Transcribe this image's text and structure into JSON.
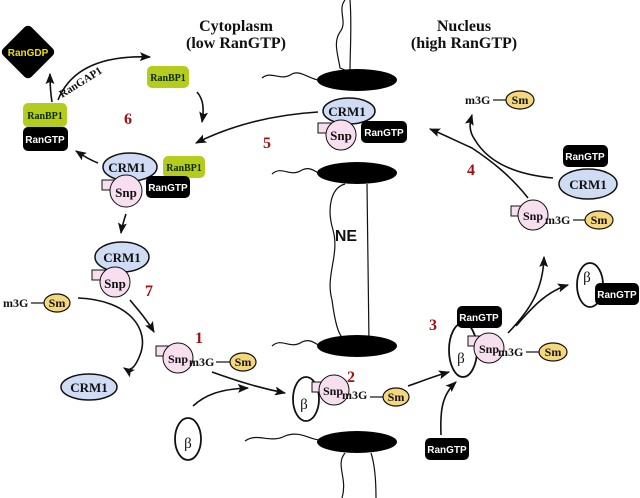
{
  "regions": {
    "cytoplasm_title": "Cytoplasm",
    "cytoplasm_subtitle": "(low RanGTP)",
    "nucleus_title": "Nucleus",
    "nucleus_subtitle": "(high RanGTP)",
    "envelope_label": "NE"
  },
  "steps": [
    "1",
    "2",
    "3",
    "4",
    "5",
    "6",
    "7"
  ],
  "labels": {
    "crm1": "CRM1",
    "snp": "Snp",
    "sm": "Sm",
    "m3g": "m3G",
    "rangtp": "RanGTP",
    "rangdp": "RanGDP",
    "ranbp1": "RanBP1",
    "rangap1": "RanGAP1",
    "beta": "β"
  },
  "colors": {
    "crm1_fill": "#cfdcf3",
    "snp_fill": "#f7dff0",
    "sm_fill": "#f5d77e",
    "ranbp1_fill": "#b5cc1e",
    "rangtp_fill": "#000000",
    "step_color": "#a01010",
    "rangdp_text": "#f0e000"
  }
}
